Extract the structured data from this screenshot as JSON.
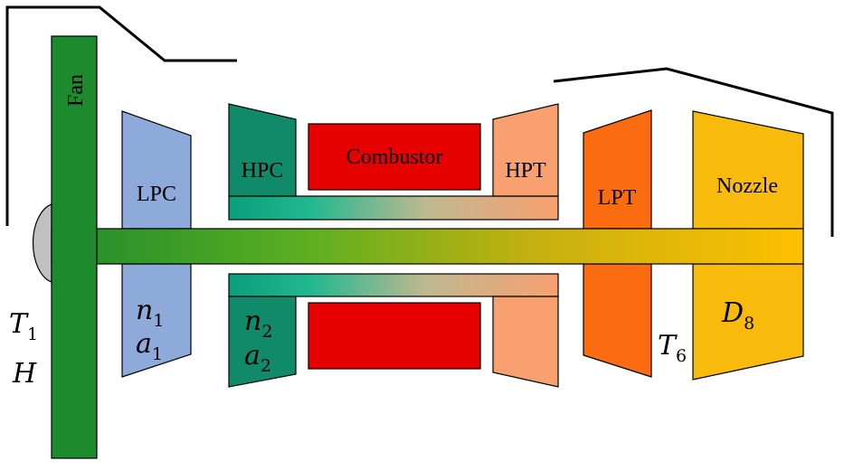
{
  "components": {
    "fan": "Fan",
    "lpc": "LPC",
    "hpc": "HPC",
    "combustor": "Combustor",
    "hpt": "HPT",
    "lpt": "LPT",
    "nozzle": "Nozzle"
  },
  "variables": {
    "t1": {
      "symbol": "T",
      "sub": "1"
    },
    "h": {
      "symbol": "H"
    },
    "n1": {
      "symbol": "n",
      "sub": "1"
    },
    "a1": {
      "symbol": "a",
      "sub": "1"
    },
    "n2": {
      "symbol": "n",
      "sub": "2"
    },
    "a2": {
      "symbol": "a",
      "sub": "2"
    },
    "t6": {
      "symbol": "T",
      "sub": "6"
    },
    "d8": {
      "symbol": "D",
      "sub": "8"
    }
  },
  "colors": {
    "fan": "#1e8a2e",
    "lpc": "#8eaadb",
    "hpc": "#118a6a",
    "combustor": "#e60000",
    "hpt": "#f8a070",
    "lpt": "#fb6c10",
    "nozzle": "#f9bb0b",
    "spinner": "#c0c0c0",
    "shaft_start": "#1e8a2e",
    "shaft_end": "#ffbf00",
    "hp_spool_start": "#1aa880",
    "hp_spool_end": "#f8a070"
  }
}
